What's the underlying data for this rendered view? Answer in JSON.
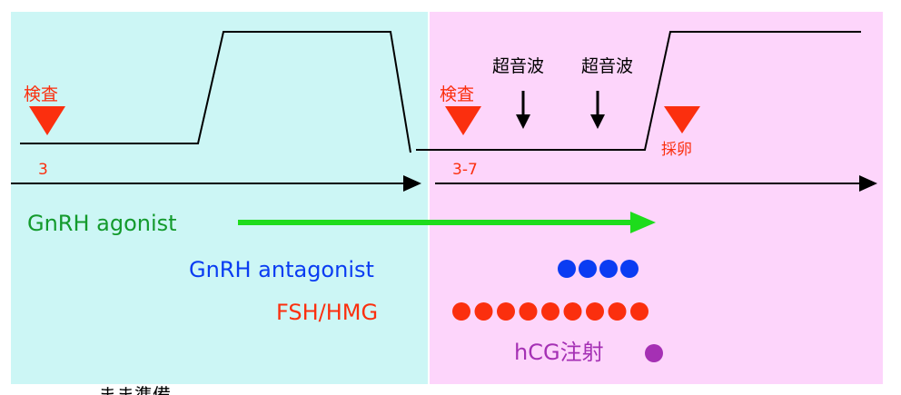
{
  "labels": {
    "test_1": "検査",
    "day_1": "3",
    "test_2": "検査",
    "day_2": "3-7",
    "ultrasound_1": "超音波",
    "ultrasound_2": "超音波",
    "egg_retrieval": "採卵",
    "agonist": "GnRH agonist",
    "antagonist": "GnRH antagonist",
    "fsh_hmg": "FSH/HMG",
    "hcg": "hCG注射",
    "footer_text": "まま準備"
  },
  "colors": {
    "left_panel": "#ccf6f5",
    "right_panel": "#fdd5fb",
    "red": "#fb2f0e",
    "green": "#139a2c",
    "arrow_green": "#1edc1c",
    "blue": "#0a3cf2",
    "purple": "#a530b4",
    "black": "#000000"
  },
  "dose_counts": {
    "antagonist": 4,
    "fsh_hmg": 9,
    "hcg": 1
  }
}
